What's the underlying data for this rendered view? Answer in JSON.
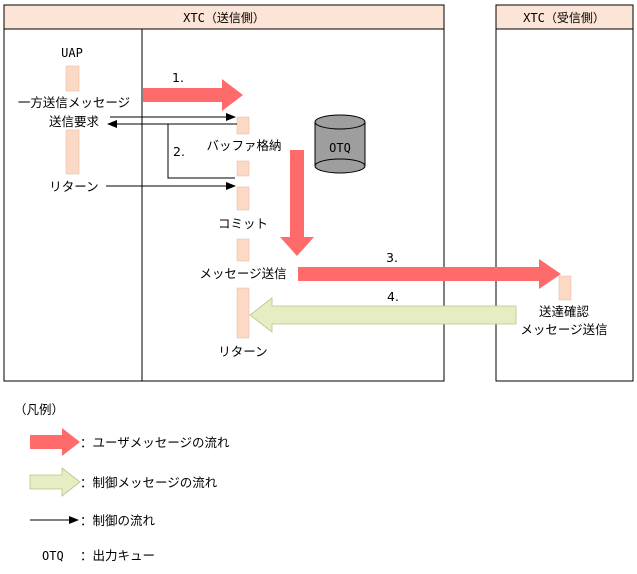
{
  "sender": {
    "header": "XTC（送信側）",
    "uap_label": "UAP"
  },
  "receiver": {
    "header": "XTC（受信側）"
  },
  "labels": {
    "oneway_line1": "一方送信メッセージ",
    "oneway_line2": "送信要求",
    "return_left": "リターン",
    "buffer_store": "バッファ格納",
    "commit": "コミット",
    "message_send": "メッセージ送信",
    "return_bottom": "リターン",
    "ack_line1": "送達確認",
    "ack_line2": "メッセージ送信",
    "otq": "OTQ"
  },
  "steps": {
    "s1": "1.",
    "s2": "2.",
    "s3": "3.",
    "s4": "4."
  },
  "legend": {
    "title": "（凡例）",
    "user_flow": "：ユーザメッセージの流れ",
    "control_msg_flow": "：制御メッセージの流れ",
    "control_flow": "：制御の流れ",
    "otq_abbr": "OTQ",
    "otq_desc": "：出力キュー"
  },
  "colors": {
    "user_arrow": "#FF6B6B",
    "control_arrow": "#E6EDC3",
    "activation": "#FCD9C4",
    "header_fill": "#FCE4D6",
    "cylinder": "#9E9E9E"
  }
}
